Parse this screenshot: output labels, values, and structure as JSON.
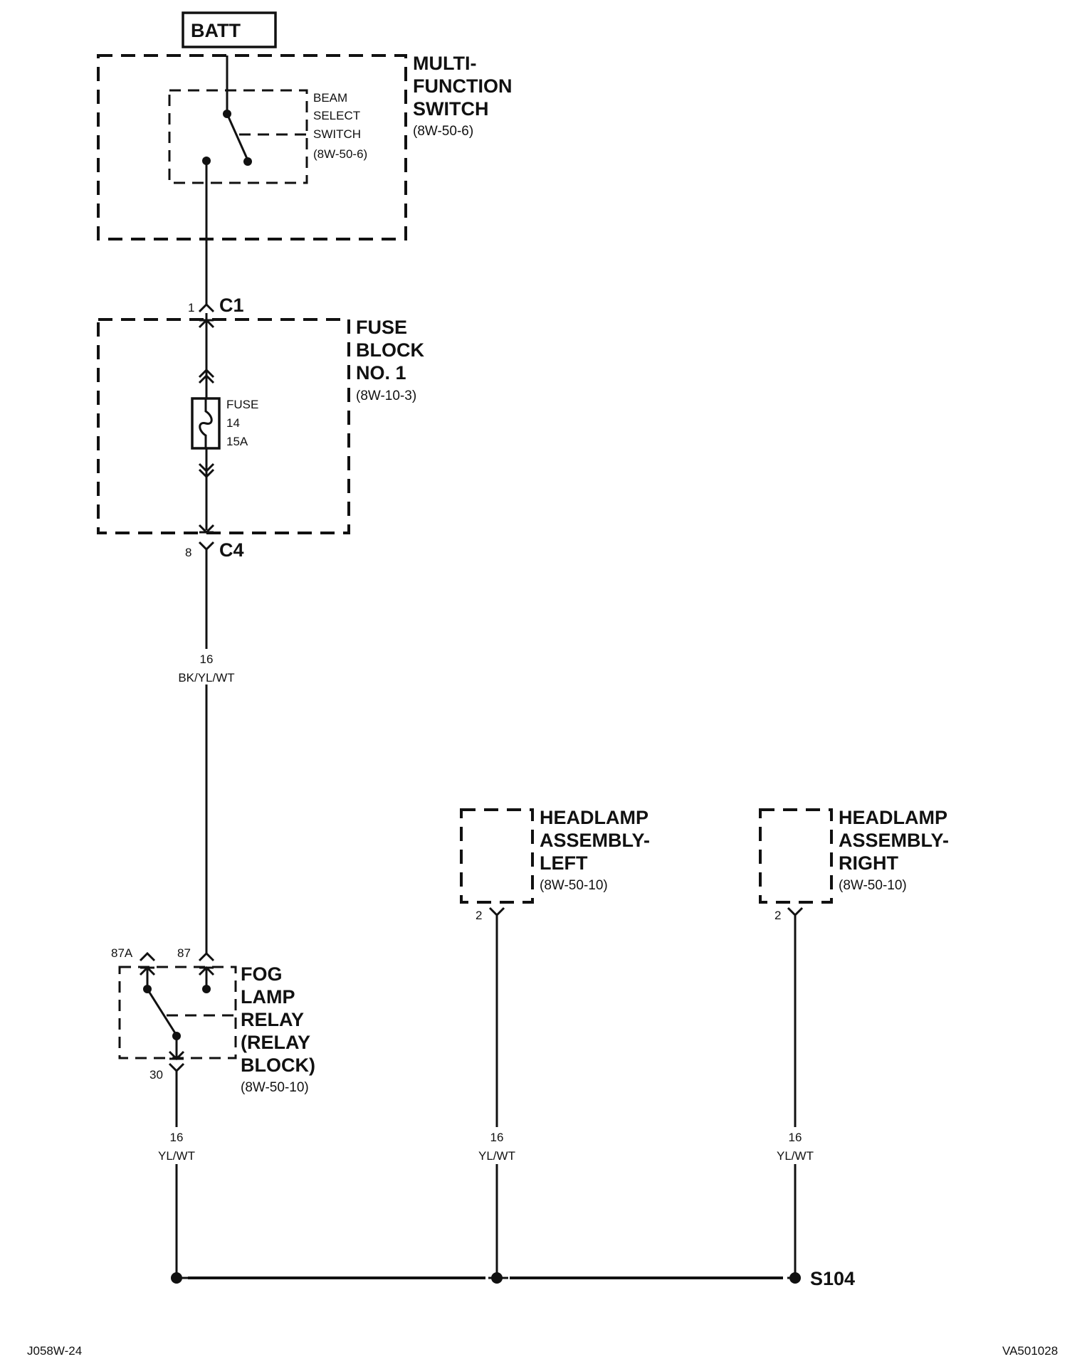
{
  "batt": {
    "label": "BATT"
  },
  "multifunction_switch": {
    "name_lines": [
      "MULTI-",
      "FUNCTION",
      "SWITCH"
    ],
    "ref": "(8W-50-6)"
  },
  "beam_select_switch": {
    "name_lines": [
      "BEAM",
      "SELECT",
      "SWITCH"
    ],
    "ref": "(8W-50-6)"
  },
  "fuse_block": {
    "name_lines": [
      "FUSE",
      "BLOCK",
      "NO. 1"
    ],
    "ref": "(8W-10-3)",
    "connector_in": {
      "pin": "1",
      "name": "C1"
    },
    "connector_out": {
      "pin": "8",
      "name": "C4"
    },
    "fuse": {
      "lines": [
        "FUSE",
        "14",
        "15A"
      ]
    }
  },
  "wire_main": {
    "gauge": "16",
    "color": "BK/YL/WT"
  },
  "fog_lamp_relay": {
    "name_lines": [
      "FOG",
      "LAMP",
      "RELAY",
      "(RELAY",
      "BLOCK)"
    ],
    "ref": "(8W-50-10)",
    "pins": {
      "p87a": "87A",
      "p87": "87",
      "p30": "30"
    }
  },
  "headlamp_left": {
    "name_lines": [
      "HEADLAMP",
      "ASSEMBLY-",
      "LEFT"
    ],
    "ref": "(8W-50-10)",
    "pin": "2"
  },
  "headlamp_right": {
    "name_lines": [
      "HEADLAMP",
      "ASSEMBLY-",
      "RIGHT"
    ],
    "ref": "(8W-50-10)",
    "pin": "2"
  },
  "wires_bottom": [
    {
      "gauge": "16",
      "color": "YL/WT"
    },
    {
      "gauge": "16",
      "color": "YL/WT"
    },
    {
      "gauge": "16",
      "color": "YL/WT"
    }
  ],
  "splice": {
    "label": "S104"
  },
  "footer": {
    "left_code": "J058W-24",
    "right_code": "VA501028"
  }
}
